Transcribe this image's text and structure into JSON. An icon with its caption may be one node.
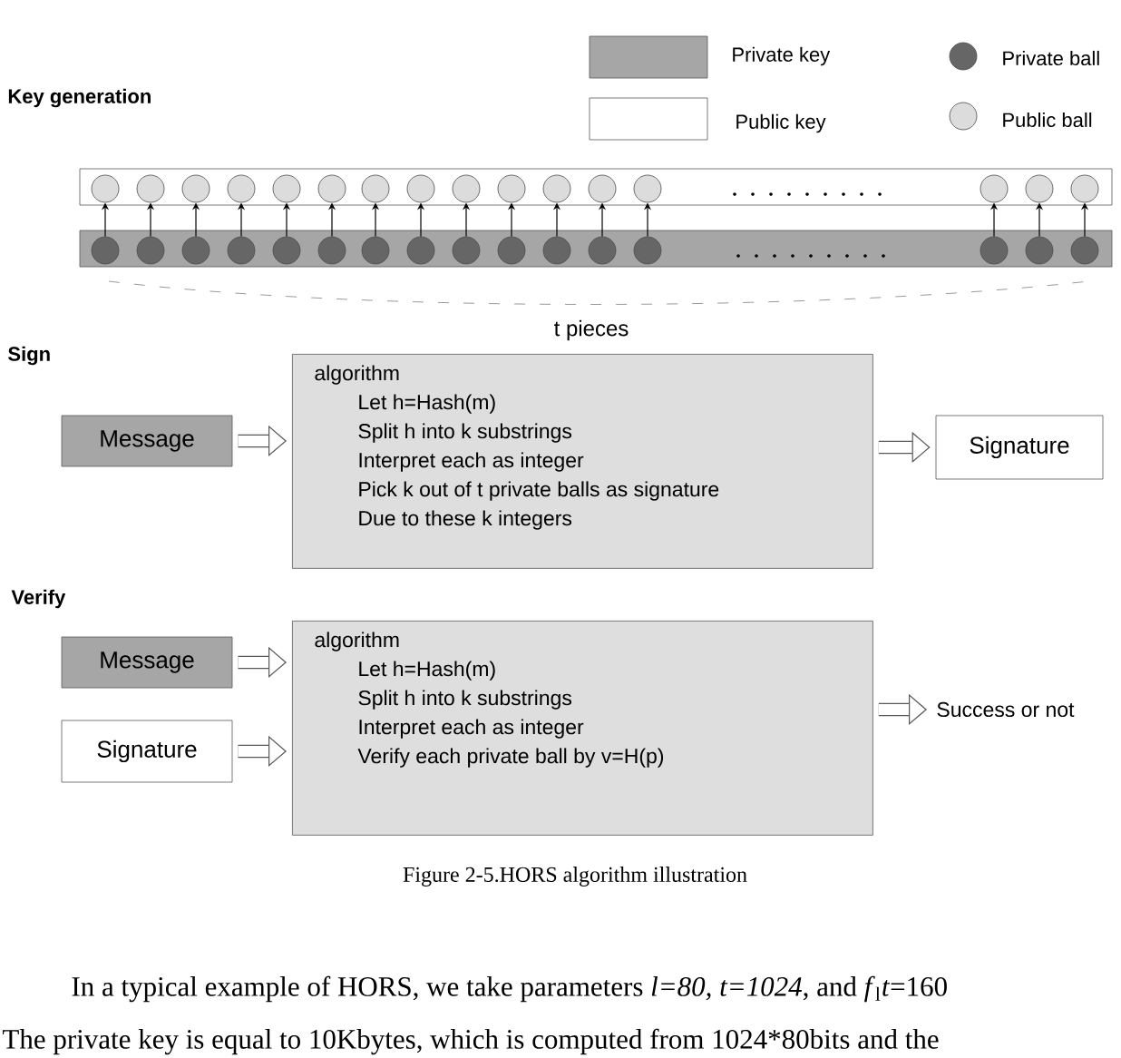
{
  "diagram": {
    "caption": "Figure 2-5.HORS algorithm illustration",
    "nodes": [
      {
        "text": [],
        "shape": "bar"
      },
      {
        "text": [],
        "shape": "circle",
        "in": 0
      },
      {
        "text": [],
        "shape": "circle",
        "in": 0
      },
      {
        "text": [],
        "shape": "circle",
        "in": 0
      },
      {
        "text": [],
        "shape": "circle",
        "in": 0
      },
      {
        "text": [],
        "shape": "circle",
        "in": 0
      },
      {
        "text": [],
        "shape": "circle",
        "in": 0
      },
      {
        "text": [],
        "shape": "circle",
        "in": 0
      },
      {
        "text": [],
        "shape": "circle",
        "in": 0
      },
      {
        "text": [],
        "shape": "circle",
        "in": 0
      },
      {
        "text": [],
        "shape": "circle",
        "in": 0
      },
      {
        "text": [],
        "shape": "circle",
        "in": 0
      },
      {
        "text": [],
        "shape": "circle",
        "in": 0
      },
      {
        "text": [],
        "shape": "circle",
        "in": 0
      },
      {
        "text": [],
        "shape": "circle",
        "in": 0
      },
      {
        "text": [],
        "shape": "circle",
        "in": 0
      },
      {
        "text": [],
        "shape": "circle",
        "in": 0
      },
      {
        "text": [],
        "shape": "bar"
      },
      {
        "text": [],
        "shape": "circle",
        "in": 17
      },
      {
        "text": [],
        "shape": "circle",
        "in": 17
      },
      {
        "text": [],
        "shape": "circle",
        "in": 17
      },
      {
        "text": [],
        "shape": "circle",
        "in": 17
      },
      {
        "text": [],
        "shape": "circle",
        "in": 17
      },
      {
        "text": [],
        "shape": "circle",
        "in": 17
      },
      {
        "text": [],
        "shape": "circle",
        "in": 17
      },
      {
        "text": [],
        "shape": "circle",
        "in": 17
      },
      {
        "text": [],
        "shape": "circle",
        "in": 17
      },
      {
        "text": [],
        "shape": "circle",
        "in": 17
      },
      {
        "text": [],
        "shape": "circle",
        "in": 17
      },
      {
        "text": [],
        "shape": "circle",
        "in": 17
      },
      {
        "text": [],
        "shape": "circle",
        "in": 17
      },
      {
        "text": [],
        "shape": "circle",
        "in": 17
      },
      {
        "text": [],
        "shape": "circle",
        "in": 17
      },
      {
        "text": [],
        "shape": "circle",
        "in": 17
      },
      {
        "text": [
          "Message"
        ]
      },
      {
        "text": [
          "algorithm",
          "Let h=Hash(m)",
          "Split h into k substrings",
          "Interpret each as  integer",
          "Pick k out of t private balls as signature",
          "Due to these k integers"
        ]
      },
      {
        "text": [
          "Signature"
        ]
      },
      {
        "text": [
          "Message"
        ]
      },
      {
        "text": [
          "Signature"
        ]
      },
      {
        "text": [
          "algorithm",
          "Let h=Hash(m)",
          "Split h into k substrings",
          "Interpret each as  integer",
          "Verify each private ball by v=H(p)"
        ]
      },
      {
        "text": [
          "Success or not"
        ]
      }
    ],
    "edges": [
      {
        "from": 18,
        "to": 1,
        "arrow": "to"
      },
      {
        "from": 19,
        "to": 2,
        "arrow": "to"
      },
      {
        "from": 20,
        "to": 3,
        "arrow": "to"
      },
      {
        "from": 21,
        "to": 4,
        "arrow": "to"
      },
      {
        "from": 22,
        "to": 5,
        "arrow": "to"
      },
      {
        "from": 23,
        "to": 6,
        "arrow": "to"
      },
      {
        "from": 24,
        "to": 7,
        "arrow": "to"
      },
      {
        "from": 25,
        "to": 8,
        "arrow": "to"
      },
      {
        "from": 26,
        "to": 9,
        "arrow": "to"
      },
      {
        "from": 27,
        "to": 10,
        "arrow": "to"
      },
      {
        "from": 28,
        "to": 11,
        "arrow": "to"
      },
      {
        "from": 29,
        "to": 12,
        "arrow": "to"
      },
      {
        "from": 30,
        "to": 13,
        "arrow": "to"
      },
      {
        "from": 31,
        "to": 14,
        "arrow": "to"
      },
      {
        "from": 32,
        "to": 15,
        "arrow": "to"
      },
      {
        "from": 33,
        "to": 16,
        "arrow": "to"
      },
      {
        "from": 34,
        "to": 35,
        "arrow": "to",
        "style": "thick"
      },
      {
        "from": 35,
        "to": 36,
        "arrow": "to",
        "style": "thick"
      },
      {
        "from": 37,
        "to": 39,
        "arrow": "to",
        "style": "thick"
      },
      {
        "from": 38,
        "to": 39,
        "arrow": "to",
        "style": "thick"
      },
      {
        "from": 39,
        "to": 40,
        "arrow": "to",
        "style": "thick"
      }
    ],
    "labels": [
      "Key generation",
      "t pieces",
      "Sign",
      "Verify",
      "In a typical example of HORS, we take parameters *l=80, t=1024*, and *f*$_{l}$*t*=160",
      "The private key is equal to 10Kbytes, which is computed from 1024*80bits and the"
    ],
    "legend": [
      {
        "text": "Private key",
        "color": "#a6a6a6"
      },
      {
        "text": "Public key"
      },
      {
        "text": "Private ball"
      },
      {
        "text": "Public ball"
      }
    ]
  }
}
